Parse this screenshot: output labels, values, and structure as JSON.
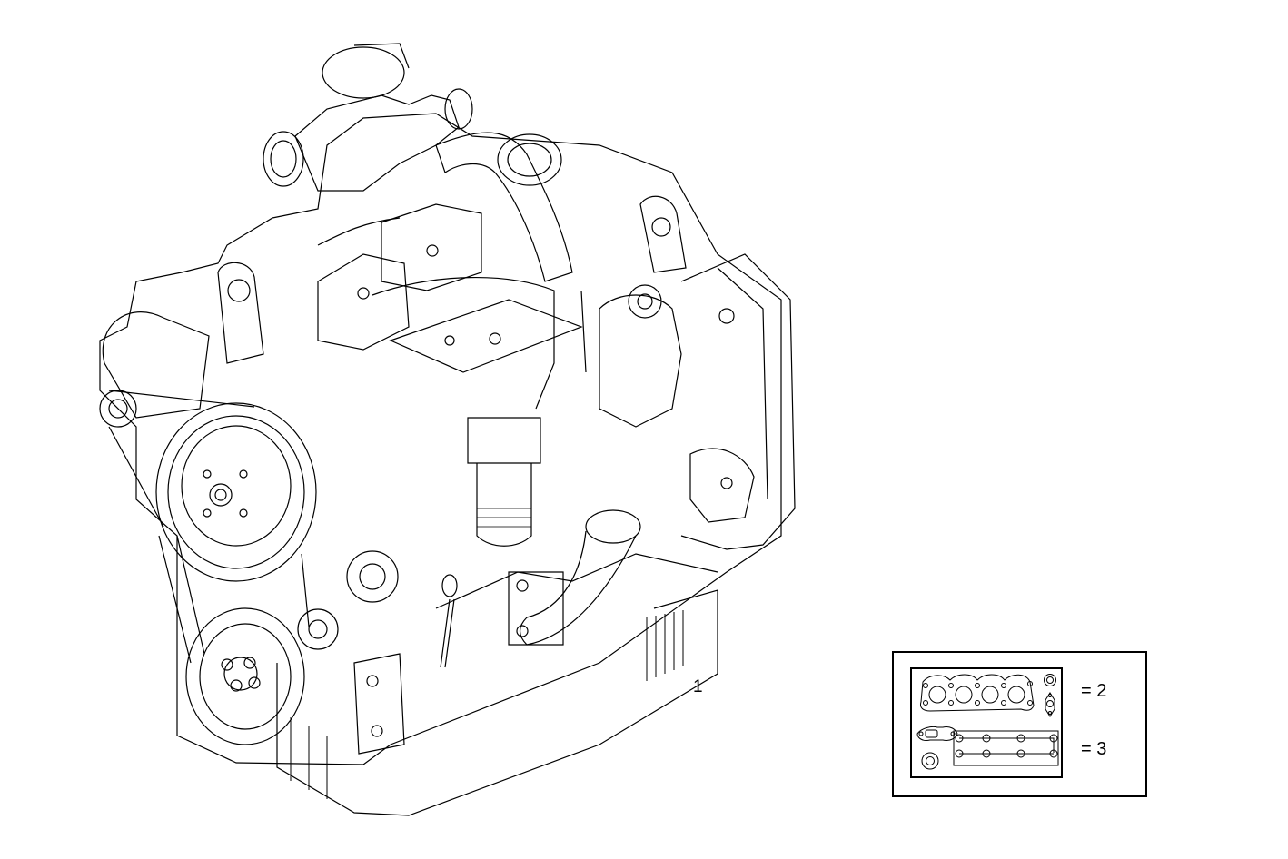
{
  "diagram": {
    "type": "parts-exploded-view",
    "subject": "engine assembly line drawing",
    "colors": {
      "line": "#000000",
      "background": "#ffffff"
    },
    "callouts": [
      {
        "id": "1",
        "label": "1",
        "part": "engine assembly"
      }
    ],
    "kit_inset": {
      "rows": [
        {
          "label": "= 2",
          "contents": [
            "cylinder head gasket (4 bore)",
            "round seal ring",
            "oval flange gasket"
          ]
        },
        {
          "label": "= 3",
          "contents": [
            "exhaust flange gasket",
            "round seal ring",
            "manifold gasket (8 bolt)"
          ]
        }
      ]
    }
  }
}
